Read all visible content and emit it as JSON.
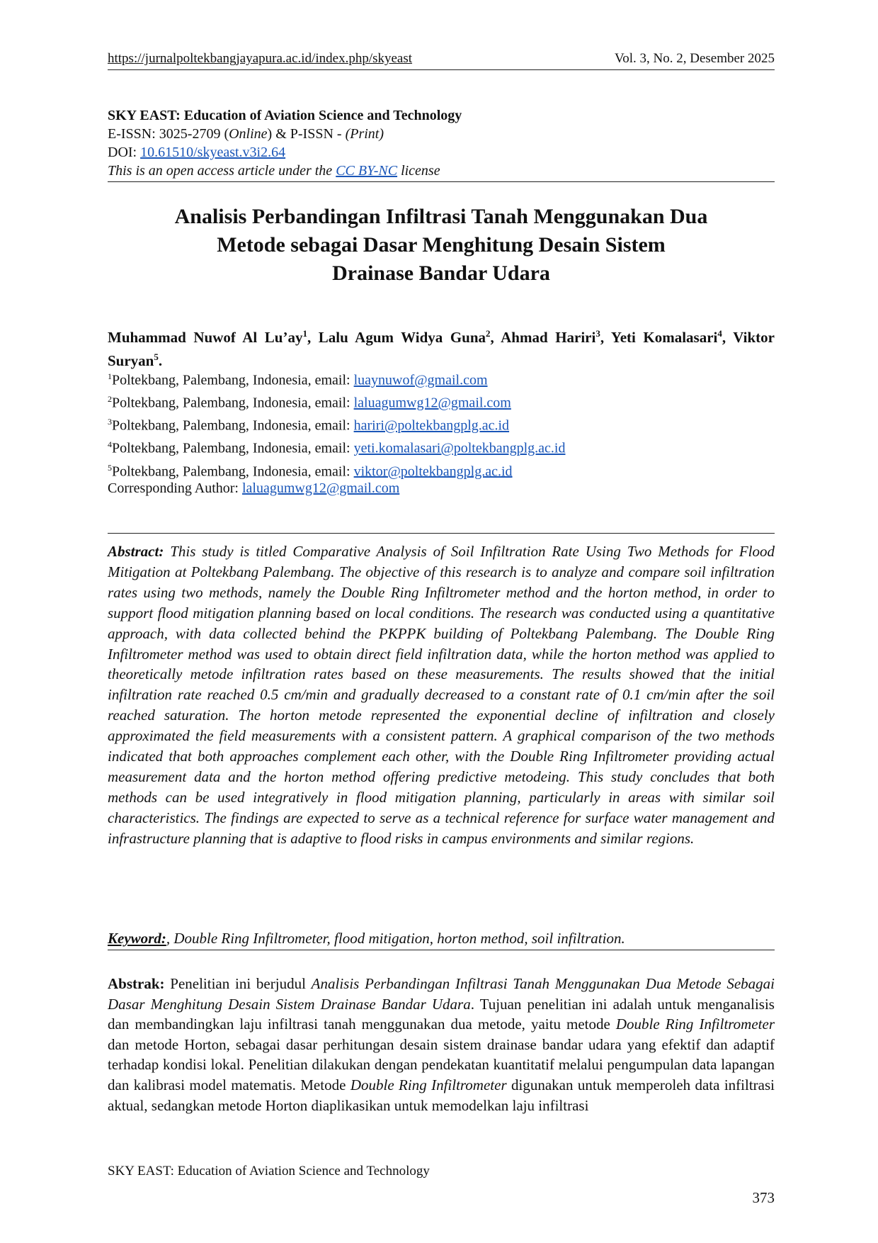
{
  "header": {
    "url": "https://jurnalpoltekbangjayapura.ac.id/index.php/skyeast",
    "volume": "Vol. 3, No. 2, Desember 2025"
  },
  "journal": {
    "name": "SKY EAST: Education of Aviation Science and Technology",
    "issn_prefix": "E-ISSN: 3025-2709 (",
    "issn_online": "Online",
    "issn_mid": ") & P-ISSN - ",
    "issn_print": "(Print)",
    "doi_label": "DOI: ",
    "doi": "10.61510/skyeast.v3i2.64",
    "license_prefix": "This is an open access article under the ",
    "license_link": "CC BY-NC",
    "license_suffix": " license"
  },
  "title": {
    "line1": "Analisis Perbandingan Infiltrasi Tanah Menggunakan Dua",
    "line2": "Metode sebagai Dasar Menghitung Desain Sistem",
    "line3": "Drainase Bandar Udara"
  },
  "authors": [
    {
      "name": "Muhammad Nuwof Al Lu’ay",
      "sup": "1",
      "sep": ", "
    },
    {
      "name": "Lalu Agum Widya Guna",
      "sup": "2",
      "sep": ", "
    },
    {
      "name": "Ahmad Hariri",
      "sup": "3",
      "sep": ", "
    },
    {
      "name": "Yeti Komalasari",
      "sup": "4",
      "sep": ", "
    },
    {
      "name": "Viktor Suryan",
      "sup": "5",
      "sep": "."
    }
  ],
  "affiliations": [
    {
      "sup": "1",
      "text": "Poltekbang, Palembang, Indonesia, email: ",
      "email": "luaynuwof@gmail.com"
    },
    {
      "sup": "2",
      "text": "Poltekbang, Palembang, Indonesia, email: ",
      "email": "laluagumwg12@gmail.com"
    },
    {
      "sup": "3",
      "text": "Poltekbang, Palembang, Indonesia, email: ",
      "email": "hariri@poltekbangplg.ac.id"
    },
    {
      "sup": "4",
      "text": "Poltekbang, Palembang, Indonesia, email: ",
      "email": "yeti.komalasari@poltekbangplg.ac.id"
    },
    {
      "sup": "5",
      "text": "Poltekbang, Palembang, Indonesia, email: ",
      "email": "viktor@poltekbangplg.ac.id"
    }
  ],
  "corresponding": {
    "label": "Corresponding Author: ",
    "email": "laluagumwg12@gmail.com"
  },
  "abstract": {
    "label": "Abstract:",
    "text": " This study is titled Comparative Analysis of Soil Infiltration Rate Using Two Methods for Flood Mitigation at Poltekbang Palembang. The objective of this research is to analyze and compare soil infiltration rates using two methods, namely the Double Ring Infiltrometer method and the horton method, in order to support flood mitigation planning based on local conditions. The research was conducted using a quantitative approach, with data collected behind the PKPPK building of Poltekbang Palembang. The Double Ring Infiltrometer method was used to obtain direct field infiltration data, while the horton method was applied to theoretically metode infiltration rates based on these measurements. The results showed that the initial infiltration rate reached 0.5 cm/min and gradually decreased to a constant rate of 0.1 cm/min after the soil reached saturation. The horton metode represented the exponential decline of infiltration and closely approximated the field measurements with a consistent pattern. A graphical comparison of the two methods indicated that both approaches complement each other, with the Double Ring Infiltrometer providing actual measurement data and the horton method offering predictive metodeing. This study concludes that both methods can be used integratively in flood mitigation planning, particularly in areas with similar soil characteristics. The findings are expected to serve as a technical reference for surface water management and infrastructure planning that is adaptive to flood risks in campus environments and similar regions."
  },
  "keyword": {
    "label": "Keyword:",
    "text": ", Double Ring Infiltrometer, flood mitigation, horton method, soil infiltration."
  },
  "abstrak": {
    "label": "Abstrak:",
    "t1": " Penelitian ini berjudul ",
    "i1": "Analisis Perbandingan Infiltrasi Tanah Menggunakan Dua Metode Sebagai Dasar Menghitung Desain Sistem Drainase Bandar Udara",
    "t2": ". Tujuan penelitian ini adalah untuk menganalisis dan membandingkan laju infiltrasi tanah menggunakan dua metode, yaitu metode ",
    "i2": "Double Ring Infiltrometer",
    "t3": " dan metode Horton, sebagai dasar perhitungan desain sistem drainase bandar udara yang efektif dan adaptif terhadap kondisi lokal. Penelitian dilakukan dengan pendekatan kuantitatif melalui pengumpulan data lapangan dan kalibrasi model matematis. Metode ",
    "i3": "Double Ring Infiltrometer",
    "t4": " digunakan untuk memperoleh data infiltrasi aktual, sedangkan metode Horton diaplikasikan untuk memodelkan laju infiltrasi"
  },
  "footer": {
    "journal": "SKY EAST: Education of Aviation Science and Technology",
    "page": "373"
  }
}
